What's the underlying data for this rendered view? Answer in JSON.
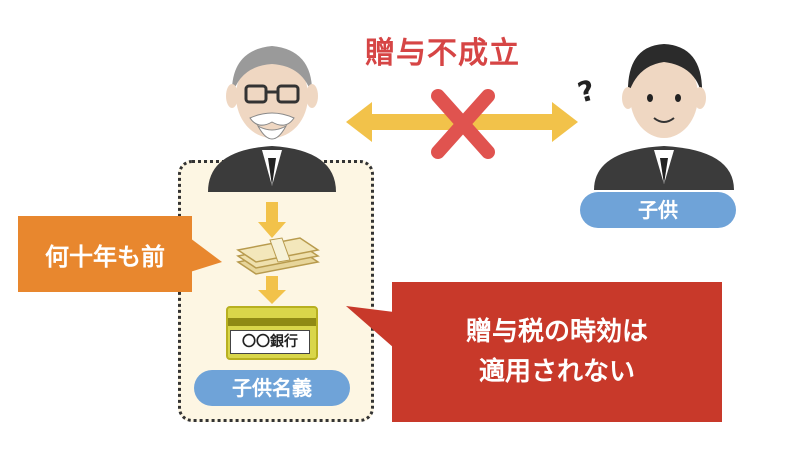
{
  "title": "贈与不成立",
  "child_label": "子供",
  "account_label": "子供名義",
  "bank_label": "〇〇銀行",
  "callout_years": "何十年も前",
  "callout_statute": [
    "贈与税の時効は",
    "適用されない"
  ],
  "question_mark": "?",
  "colors": {
    "title_red": "#d64545",
    "cross_red": "#e0534f",
    "arrow_yellow": "#f2c24a",
    "pill_blue": "#6fa3d8",
    "orange": "#e8872e",
    "red_callout": "#c8392a",
    "box_fill": "#fdf6e3"
  }
}
